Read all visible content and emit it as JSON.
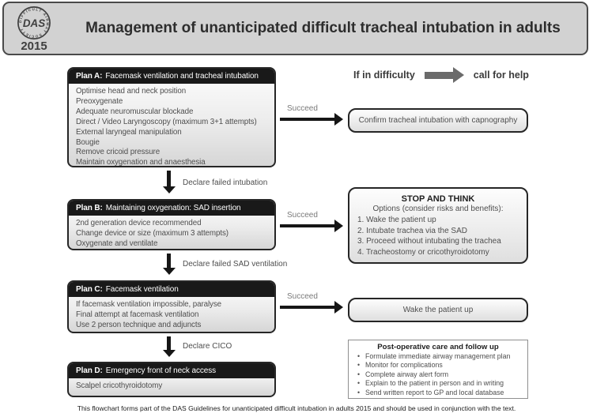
{
  "header": {
    "title": "Management of unanticipated difficult tracheal intubation in adults",
    "logo": {
      "acronym": "DAS",
      "ring_text": "DIFFICULT AIRWAY SOCIETY",
      "year": "2015"
    }
  },
  "help_banner": {
    "left_text": "If in difficulty",
    "right_text": "call for help"
  },
  "flow": {
    "succeed_label": "Succeed",
    "plans": [
      {
        "label": "Plan A:",
        "title": "Facemask ventilation and tracheal intubation",
        "items": [
          "Optimise head and neck position",
          "Preoxygenate",
          "Adequate neuromuscular blockade",
          "Direct / Video Laryngoscopy (maximum 3+1 attempts)",
          "External laryngeal manipulation",
          "Bougie",
          "Remove cricoid pressure",
          "Maintain oxygenation and anaesthesia"
        ]
      },
      {
        "label": "Plan B:",
        "title": "Maintaining oxygenation: SAD insertion",
        "items": [
          "2nd generation device recommended",
          "Change device or size (maximum 3 attempts)",
          "Oxygenate and ventilate"
        ]
      },
      {
        "label": "Plan C:",
        "title": "Facemask ventilation",
        "items": [
          "If facemask ventilation impossible, paralyse",
          "Final attempt at facemask ventilation",
          "Use 2 person technique and adjuncts"
        ]
      },
      {
        "label": "Plan D:",
        "title": "Emergency front of neck access",
        "items": [
          "Scalpel cricothyroidotomy"
        ]
      }
    ],
    "transitions": [
      "Declare failed intubation",
      "Declare failed SAD ventilation",
      "Declare CICO"
    ]
  },
  "outcomes": {
    "confirm": "Confirm tracheal intubation with capnography",
    "stop_and_think": {
      "title": "STOP AND THINK",
      "subtitle": "Options (consider risks and benefits):",
      "options": [
        "1. Wake the patient up",
        "2. Intubate trachea via the SAD",
        "3. Proceed without intubating the trachea",
        "4. Tracheostomy or cricothyroidotomy"
      ]
    },
    "wake": "Wake the patient up",
    "postop": {
      "title": "Post-operative care and follow up",
      "bullets": [
        "Formulate immediate airway management plan",
        "Monitor for complications",
        "Complete airway alert form",
        "Explain to the patient in person and in writing",
        "Send written report to GP and local database"
      ]
    }
  },
  "footer": "This flowchart forms part of the DAS Guidelines for unanticipated difficult intubation in adults 2015 and should be used in conjunction with the text.",
  "colors": {
    "header_bg": "#d2d2d2",
    "plan_header_bg": "#191919",
    "box_border": "#262626",
    "text_grey": "#4e4e4e",
    "arrow_black": "#161616",
    "arrow_grey": "#6b6b6b"
  }
}
